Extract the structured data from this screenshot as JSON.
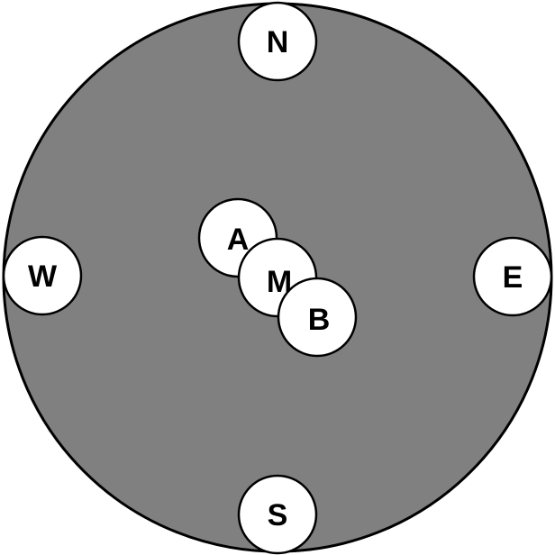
{
  "colors": {
    "disc_fill": "#808080",
    "marker_fill": "#ffffff",
    "stroke": "#000000"
  },
  "labels": {
    "north": "N",
    "south": "S",
    "east": "E",
    "west": "W",
    "a": "A",
    "m": "M",
    "b": "B"
  }
}
